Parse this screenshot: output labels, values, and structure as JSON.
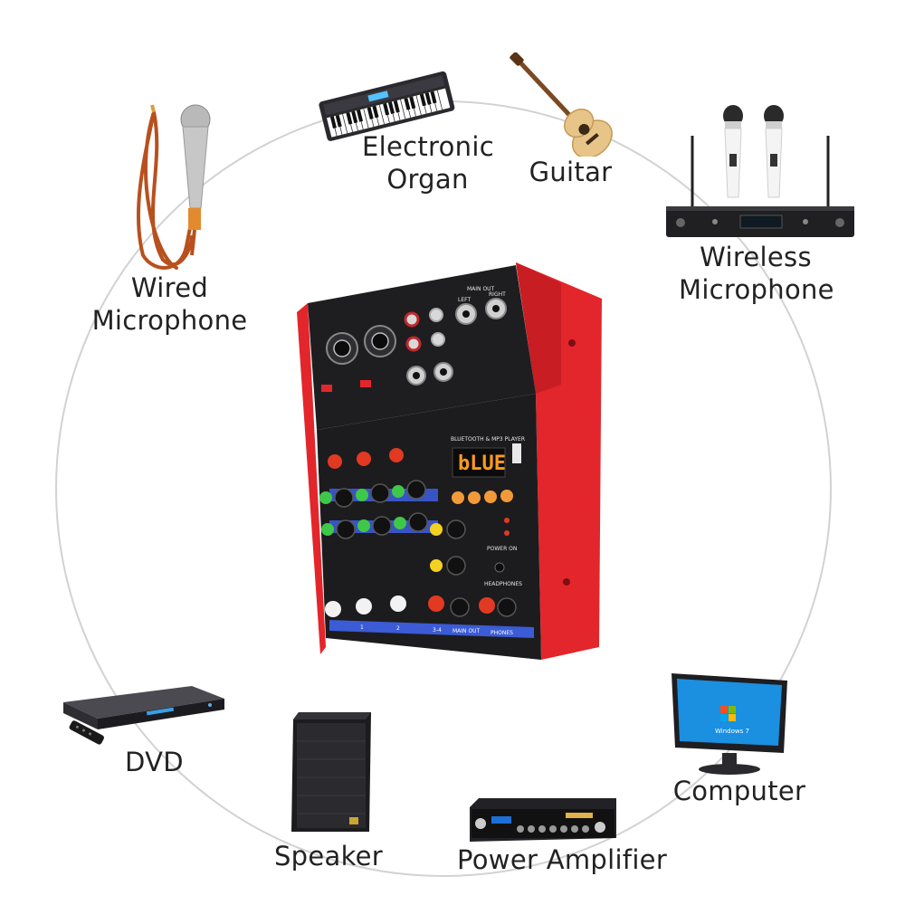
{
  "labels": {
    "electronic_organ": [
      "Electronic",
      "Organ"
    ],
    "guitar": "Guitar",
    "wireless_microphone": [
      "Wireless",
      "Microphone"
    ],
    "wired_microphone": [
      "Wired",
      "Microphone"
    ],
    "dvd": "DVD",
    "speaker": "Speaker",
    "power_amplifier": "Power Amplifier",
    "computer": "Computer"
  },
  "mixer": {
    "display_text": "bLUE",
    "player_label": "BLUETOOTH & MP3 PLAYER",
    "main_out": "MAIN OUT",
    "left": "LEFT",
    "right": "RIGHT",
    "headphones": "HEADPHONES",
    "bottom_strip": [
      "1",
      "2",
      "3-4",
      "MAIN OUT",
      "PHONES"
    ],
    "power_on": "POWER ON"
  },
  "computer_screen_text": "Windows 7",
  "colors": {
    "mixer_red": "#e3262b",
    "panel_black": "#1c1c1e",
    "strip_blue": "#3c5bd6",
    "display_orange": "#ff9a1f",
    "screen_blue": "#1b8fe0"
  }
}
